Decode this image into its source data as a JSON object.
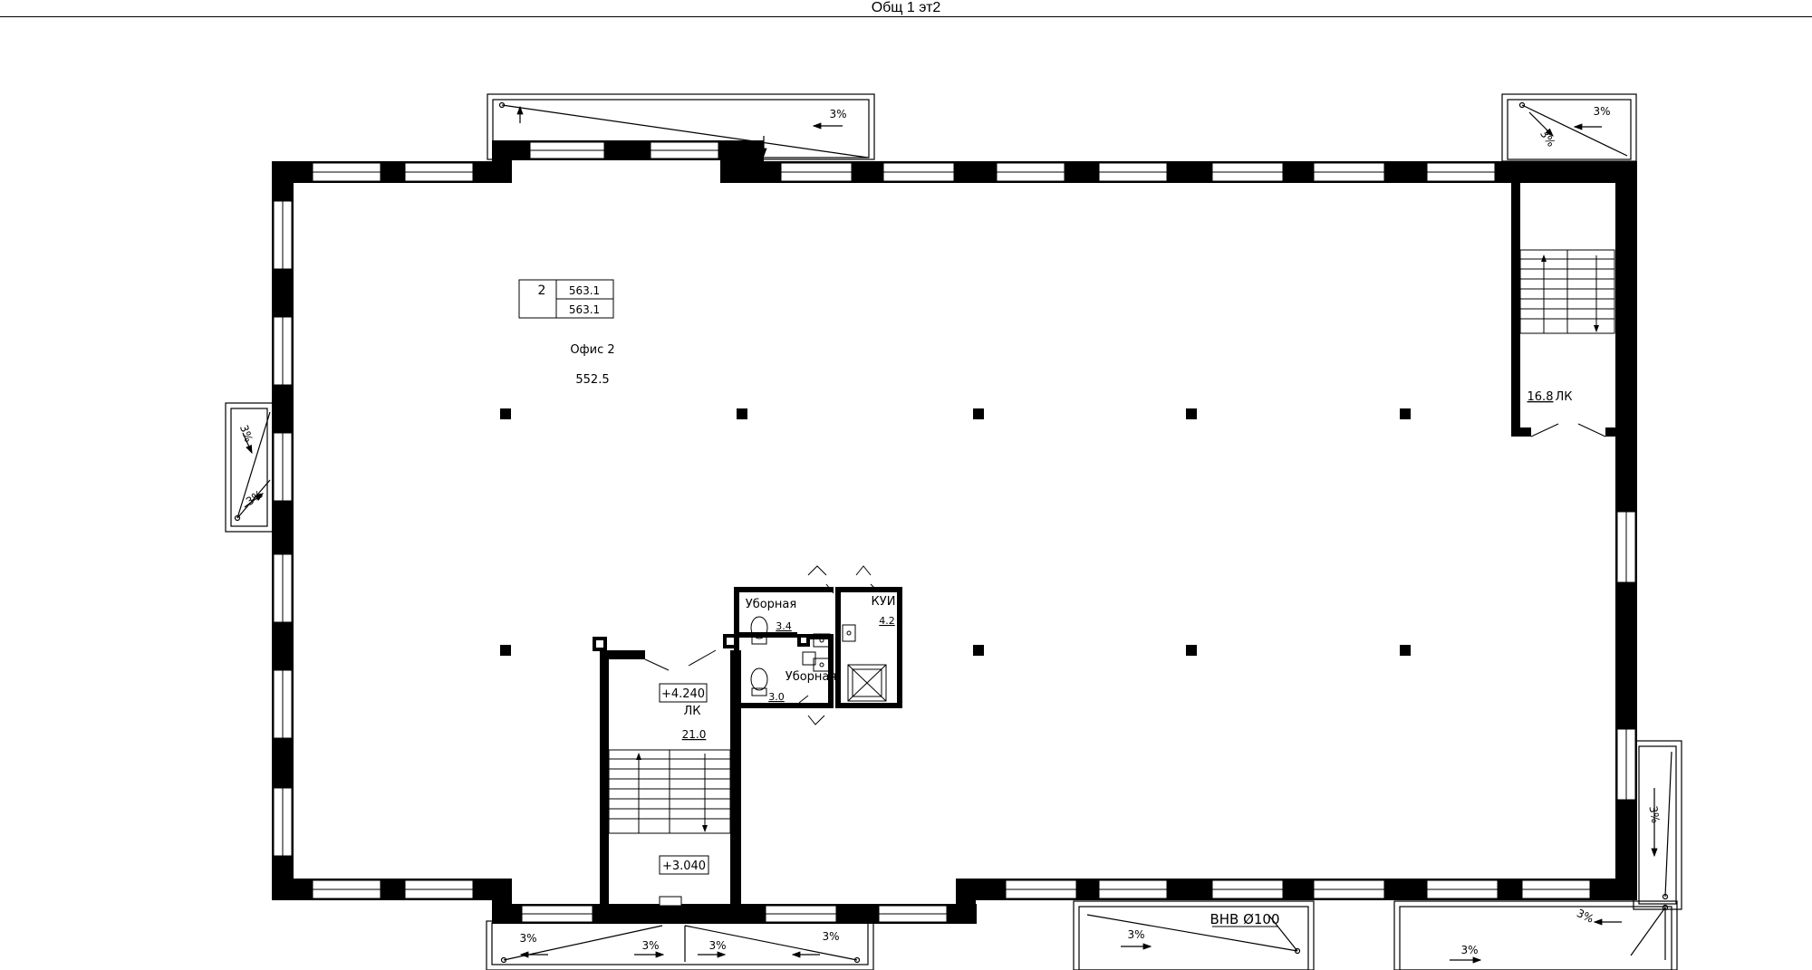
{
  "title": "Общ 1 эт2",
  "room_table": {
    "number": "2",
    "area_total": "563.1",
    "area_living": "563.1"
  },
  "rooms": {
    "office": {
      "name": "Офис 2",
      "area": "552.5"
    },
    "stair_right": {
      "area": "16.8",
      "code": "ЛК"
    },
    "stair_left": {
      "elevation_top": "+4.240",
      "code": "ЛК",
      "area": "21.0",
      "elevation_bottom": "+3.040"
    },
    "wc1": {
      "name": "Уборная",
      "area": "3.4"
    },
    "wc2": {
      "name": "Уборная",
      "area": "3.0"
    },
    "kui": {
      "name": "КУИ",
      "area": "4.2"
    }
  },
  "slopes": {
    "top_left": "3%",
    "top_right_h": "3%",
    "top_right_d": "3%",
    "left_upper": "3%",
    "left_lower": "3%",
    "right": "3%",
    "bottom_left_1": "3%",
    "bottom_left_2": "3%",
    "bottom_left_3": "3%",
    "bottom_left_4": "3%",
    "bottom_mid": "3%",
    "bottom_right_1": "3%",
    "bottom_right_2": "3%"
  },
  "pipe_label": "ВНВ Ø100",
  "colors": {
    "wall": "#000000",
    "line": "#000000",
    "background": "#ffffff"
  }
}
